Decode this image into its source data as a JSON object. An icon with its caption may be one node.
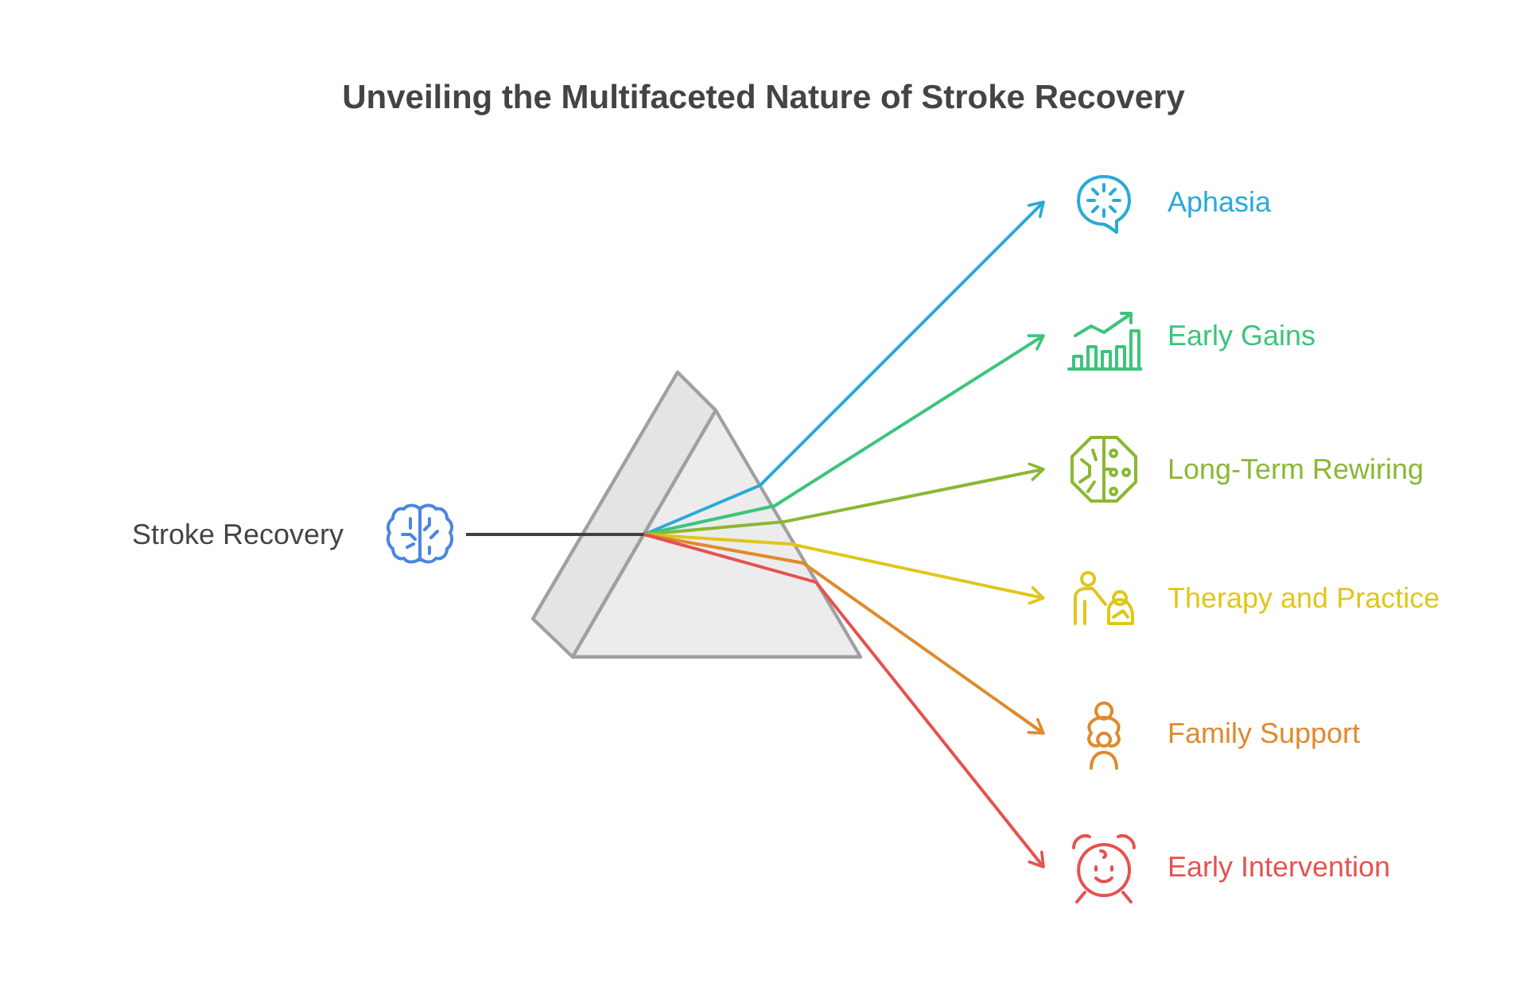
{
  "diagram": {
    "title": "Unveiling the Multifaceted Nature of Stroke Recovery",
    "nodes": [
      {
        "text": [
          "Stroke Recovery"
        ]
      },
      {
        "text": [],
        "shape": "prism"
      },
      {
        "text": [
          "Aphasia"
        ]
      },
      {
        "text": [
          "Early Gains"
        ]
      },
      {
        "text": [
          "Long-Term Rewiring"
        ]
      },
      {
        "text": [
          "Therapy and Practice"
        ]
      },
      {
        "text": [
          "Family Support"
        ]
      },
      {
        "text": [
          "Early Intervention"
        ]
      }
    ],
    "edges": [
      {
        "from": 0,
        "to": 1,
        "arrow": "none",
        "color": "#404040"
      },
      {
        "from": 1,
        "to": 2,
        "arrow": "to",
        "color": "#29a9d9"
      },
      {
        "from": 1,
        "to": 3,
        "arrow": "to",
        "color": "#3cc47c"
      },
      {
        "from": 1,
        "to": 4,
        "arrow": "to",
        "color": "#8ab833"
      },
      {
        "from": 1,
        "to": 5,
        "arrow": "to",
        "color": "#e0c61a"
      },
      {
        "from": 1,
        "to": 6,
        "arrow": "to",
        "color": "#e08a2c"
      },
      {
        "from": 1,
        "to": 7,
        "arrow": "to",
        "color": "#e5524f"
      }
    ]
  }
}
